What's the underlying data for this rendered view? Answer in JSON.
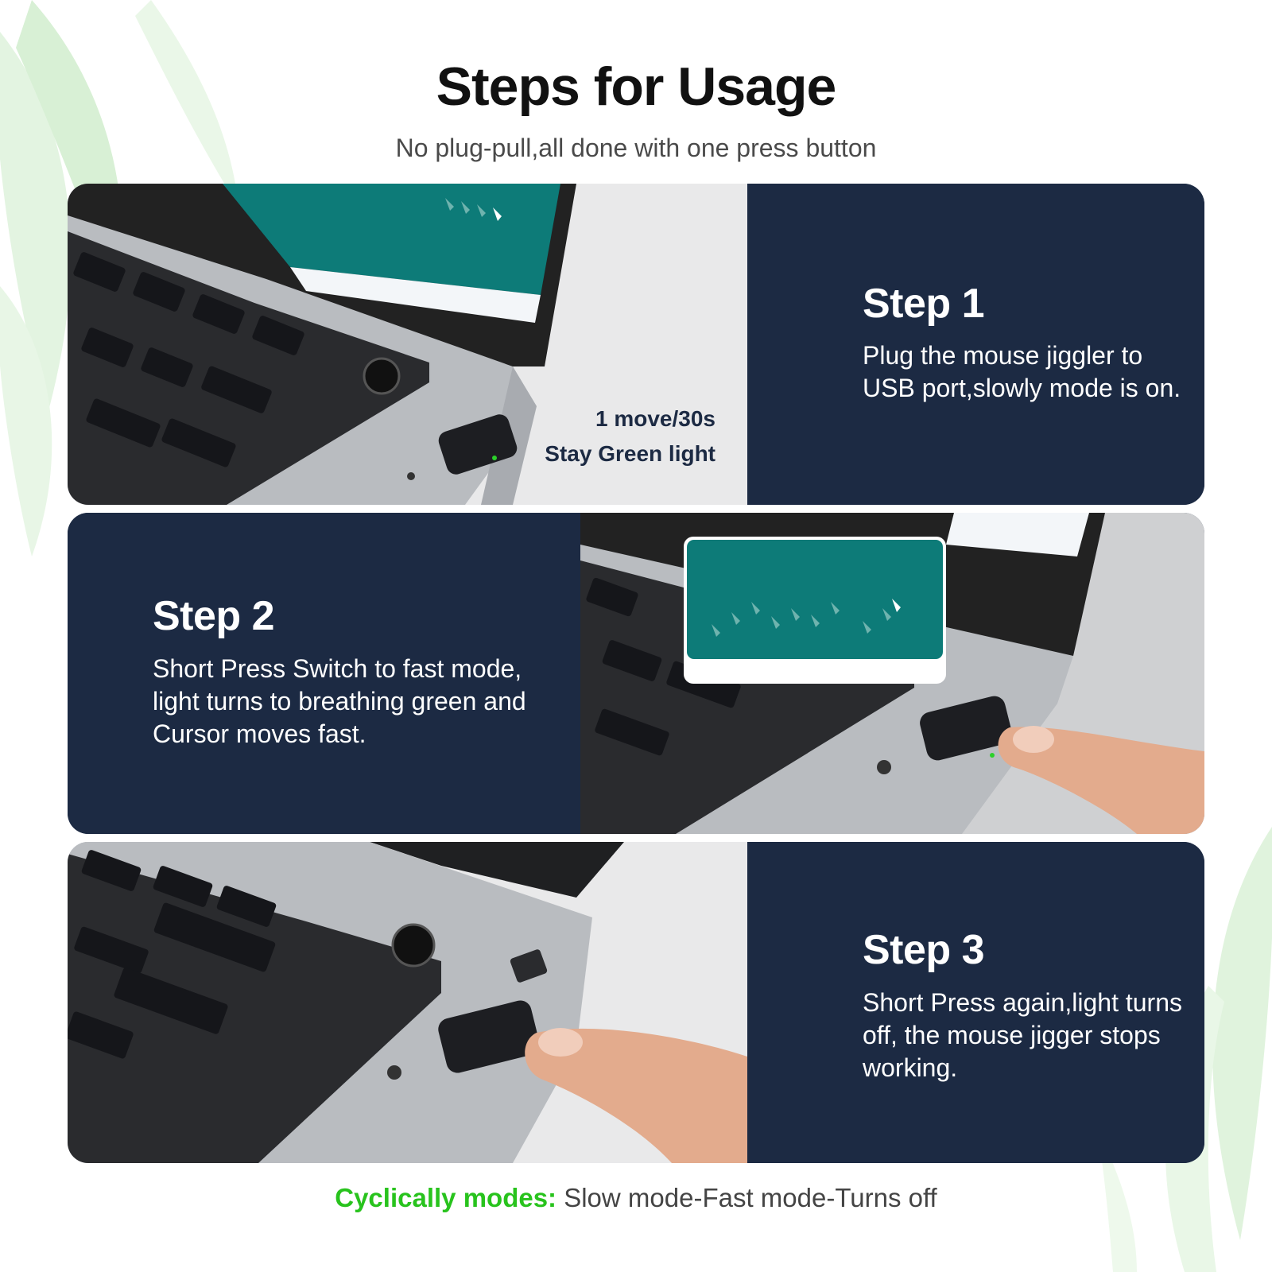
{
  "header": {
    "title": "Steps for Usage",
    "subtitle": "No plug-pull,all done with one press button"
  },
  "steps": [
    {
      "title": "Step 1",
      "description": "Plug the mouse jiggler to USB port,slowly mode is on.",
      "callout": [
        "1 move/30s",
        "Stay Green light"
      ]
    },
    {
      "title": "Step 2",
      "description": "Short Press Switch to fast mode, light turns to breathing green and Cursor moves fast."
    },
    {
      "title": "Step 3",
      "description": "Short Press again,light turns off, the mouse jigger stops working."
    }
  ],
  "footer": {
    "label": "Cyclically modes:",
    "text": " Slow mode-Fast mode-Turns off"
  },
  "colors": {
    "panel": "#1c2a43",
    "accent_green": "#28c31d",
    "screen_teal": "#0d7b78"
  }
}
